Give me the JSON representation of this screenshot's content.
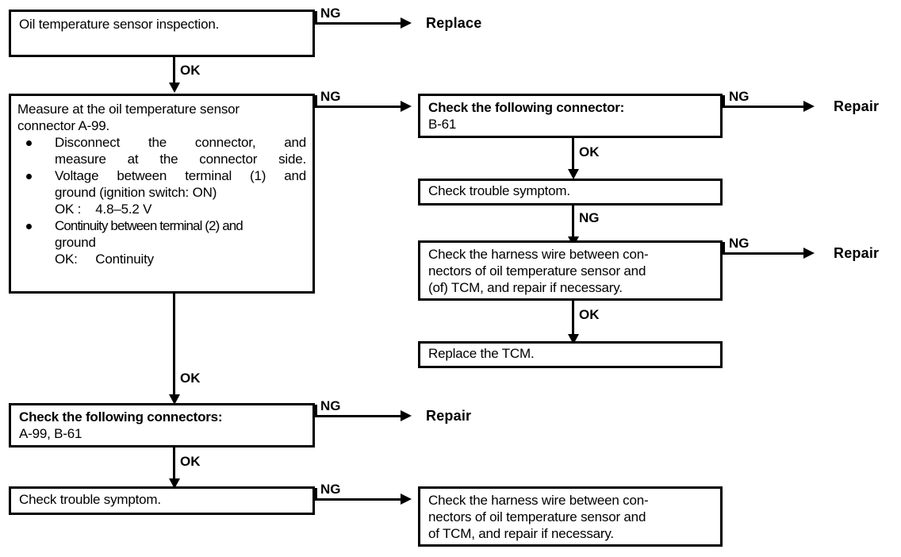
{
  "diagram": {
    "title": "Oil temperature sensor inspection flow chart",
    "boxes": {
      "b1_sensor_inspection": {
        "lines": [
          "Oil temperature sensor inspection."
        ]
      },
      "b2_measure": {
        "heading": [
          "Measure at the oil temperature sensor",
          "connector A-99."
        ],
        "bullets": [
          {
            "lines": [
              "Disconnect the connector, and",
              "measure at the connector side."
            ]
          },
          {
            "lines": [
              "Voltage between terminal (1) and",
              "ground (ignition switch: ON)",
              "OK :    4.8–5.2 V"
            ]
          },
          {
            "lines": [
              "Continuity between terminal (2) and",
              "ground",
              "OK:     Continuity"
            ]
          }
        ]
      },
      "b3_check_connectors_left": {
        "lines": [
          "Check the following connectors:",
          "A-99, B-61"
        ]
      },
      "b4_check_trouble_symptom_left": {
        "lines": [
          "Check trouble symptom."
        ]
      },
      "b5_check_connector_right": {
        "lines": [
          "Check the following connector:",
          "B-61"
        ]
      },
      "b6_check_trouble_symptom_right": {
        "lines": [
          "Check trouble symptom."
        ]
      },
      "b7_check_harness_right": {
        "lines": [
          "Check the harness wire between con-",
          "nectors of oil temperature sensor and",
          "(of) TCM, and repair if necessary."
        ]
      },
      "b8_replace_tcm": {
        "lines": [
          "Replace the TCM."
        ]
      },
      "b9_check_harness_bottom": {
        "lines": [
          "Check the harness wire between con-",
          "nectors of oil temperature sensor and",
          "of TCM, and repair if necessary."
        ]
      }
    },
    "edge_labels": {
      "ng_1": "NG",
      "ok_1": "OK",
      "ng_2": "NG",
      "ok_2": "OK",
      "ng_3": "NG",
      "ok_3": "OK",
      "ng_4": "NG",
      "ok_4": "OK",
      "ng_5": "NG",
      "ng_6": "NG",
      "ok_5": "OK",
      "ok_6": "OK",
      "ng_7": "NG"
    },
    "terminals": {
      "replace_1": "Replace",
      "repair_1": "Repair",
      "repair_2": "Repair",
      "repair_3": "Repair"
    },
    "colors": {
      "ink": "#000000",
      "paper": "#ffffff"
    }
  }
}
